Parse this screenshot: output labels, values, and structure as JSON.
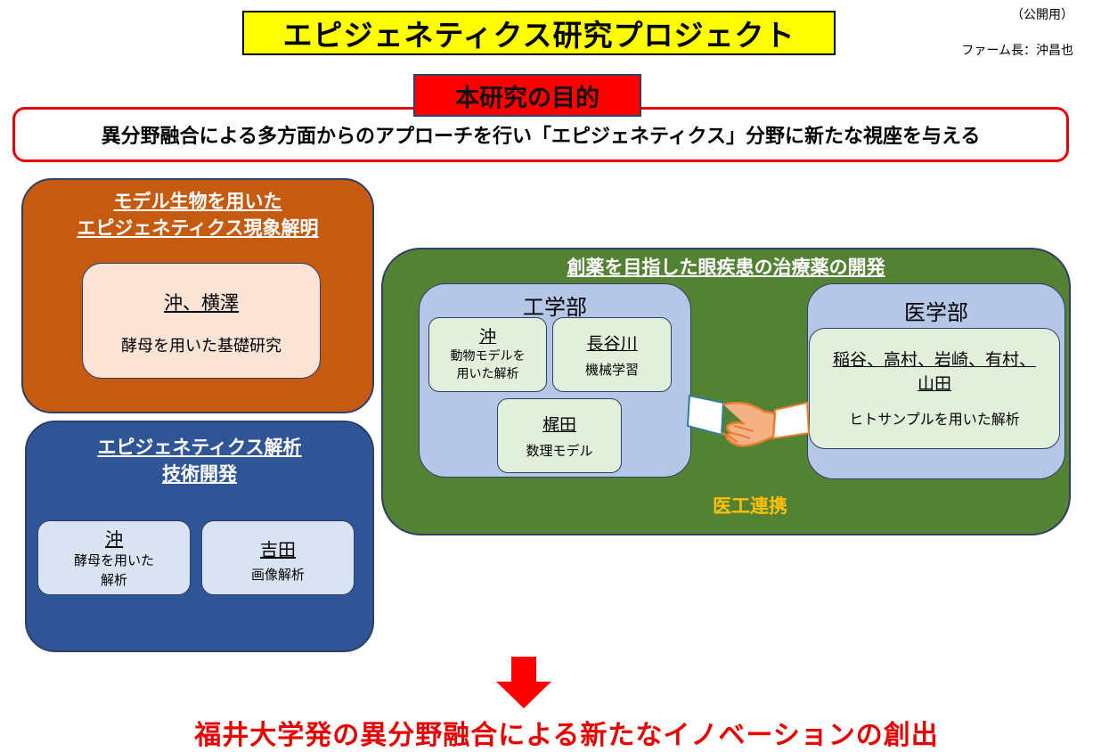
{
  "header": {
    "title": "エピジェネティクス研究プロジェクト",
    "public_label": "（公開用）",
    "farm_head": "ファーム長：沖昌也"
  },
  "purpose": {
    "label": "本研究の目的",
    "text": "異分野融合による多方面からのアプローチを行い「エピジェネティクス」分野に新たな視座を与える"
  },
  "model_panel": {
    "title_line1": "モデル生物を用いた",
    "title_line2": "エピジェネティクス現象解明",
    "member": "沖、横澤",
    "desc": "酵母を用いた基礎研究"
  },
  "tech_panel": {
    "title_line1": "エピジェネティクス解析",
    "title_line2": "技術開発",
    "boxes": [
      {
        "name": "沖",
        "desc_line1": "酵母を用いた",
        "desc_line2": "解析"
      },
      {
        "name": "吉田",
        "desc_line1": "画像解析",
        "desc_line2": ""
      }
    ]
  },
  "drug_panel": {
    "title": "創薬を目指した眼疾患の治療薬の開発",
    "engineering": {
      "label": "工学部",
      "boxes": [
        {
          "name": "沖",
          "desc_line1": "動物モデルを",
          "desc_line2": "用いた解析"
        },
        {
          "name": "長谷川",
          "desc_line1": "機械学習",
          "desc_line2": ""
        },
        {
          "name": "梶田",
          "desc_line1": "数理モデル",
          "desc_line2": ""
        }
      ]
    },
    "medicine": {
      "label": "医学部",
      "names_line1": "稲谷、高村、岩崎、有村、",
      "names_line2": "山田",
      "desc": "ヒトサンプルを用いた解析"
    },
    "collab_label": "医工連携"
  },
  "bottom": {
    "text": "福井大学発の異分野融合による新たなイノベーションの創出"
  },
  "colors": {
    "title_bg": "#ffff00",
    "accent_red": "#e60000",
    "orange_panel": "#c55a11",
    "blue_panel": "#2f5597",
    "green_panel": "#548235",
    "collab": "#ffc000"
  }
}
